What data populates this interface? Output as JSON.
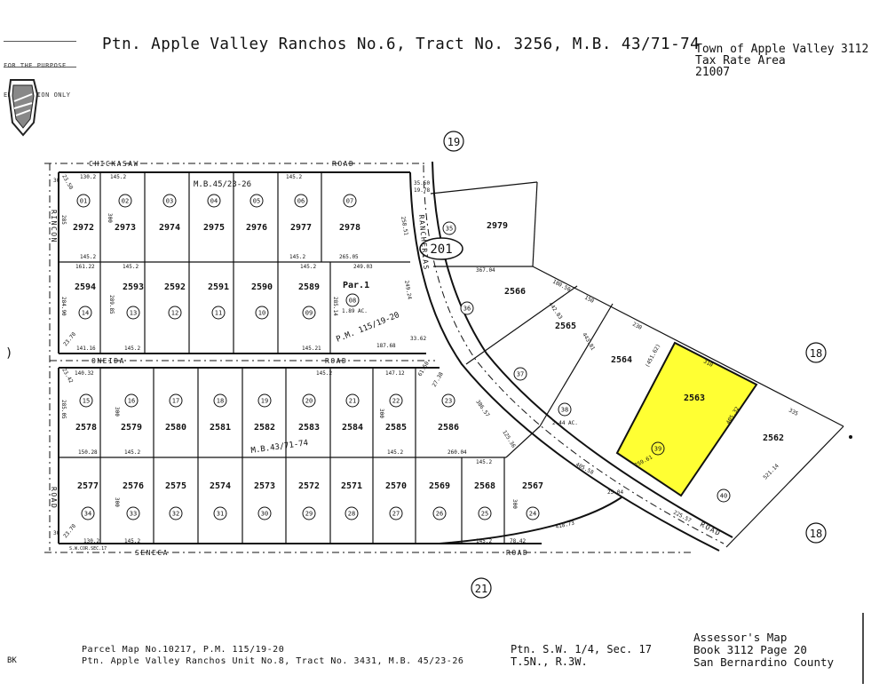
{
  "header": {
    "stamp": [
      "FOR THE PURPOSE",
      "EM TAXATION ONLY"
    ],
    "title": "Ptn. Apple Valley Ranchos No.6, Tract No. 3256, M.B. 43/71-74",
    "town": "Town of Apple Valley",
    "town_code": "3112",
    "tax_rate_area_label": "Tax Rate Area",
    "tax_rate_area": "21007"
  },
  "footer": {
    "bk": "BK",
    "line1": "Parcel Map No.10217, P.M. 115/19-20",
    "line2": "Ptn. Apple Valley Ranchos Unit No.8, Tract No. 3431, M.B. 45/23-26",
    "section_line1": "Ptn. S.W. 1/4, Sec. 17",
    "section_line2": "T.5N., R.3W.",
    "assessor_line1": "Assessor's Map",
    "assessor_line2": "Book 3112 Page 20",
    "assessor_line3": "San Bernardino County"
  },
  "roads": {
    "chickasaw": "CHICKASAW",
    "rincon": "RINCON",
    "oneida": "ONEIDA",
    "seneca": "SENECA",
    "rancherias": "RANCHERIAS",
    "road": "ROAD",
    "route": "201",
    "mb_top": "M.B.45/23-26",
    "mb_mid": "M.B.43/71-74",
    "pm": "P.M. 115/19-20",
    "corner": "S.W.COR.SEC.17"
  },
  "page_refs": [
    "19",
    "18",
    "18",
    "21"
  ],
  "row1": [
    {
      "lot": "2972",
      "circle": "01"
    },
    {
      "lot": "2973",
      "circle": "02"
    },
    {
      "lot": "2974",
      "circle": "03"
    },
    {
      "lot": "2975",
      "circle": "04"
    },
    {
      "lot": "2976",
      "circle": "05"
    },
    {
      "lot": "2977",
      "circle": "06"
    },
    {
      "lot": "2978",
      "circle": "07"
    }
  ],
  "row2": [
    {
      "lot": "2594",
      "circle": "14"
    },
    {
      "lot": "2593",
      "circle": "13"
    },
    {
      "lot": "2592",
      "circle": "12"
    },
    {
      "lot": "2591",
      "circle": "11"
    },
    {
      "lot": "2590",
      "circle": "10"
    },
    {
      "lot": "2589",
      "circle": "09"
    }
  ],
  "par1": {
    "label": "Par.1",
    "circle": "08",
    "acreage": "1.89 AC."
  },
  "row3": [
    {
      "lot": "2578",
      "circle": "15"
    },
    {
      "lot": "2579",
      "circle": "16"
    },
    {
      "lot": "2580",
      "circle": "17"
    },
    {
      "lot": "2581",
      "circle": "18"
    },
    {
      "lot": "2582",
      "circle": "19"
    },
    {
      "lot": "2583",
      "circle": "20"
    },
    {
      "lot": "2584",
      "circle": "21"
    },
    {
      "lot": "2585",
      "circle": "22"
    },
    {
      "lot": "2586",
      "circle": "23"
    }
  ],
  "row4": [
    {
      "lot": "2577",
      "circle": "34"
    },
    {
      "lot": "2576",
      "circle": "33"
    },
    {
      "lot": "2575",
      "circle": "32"
    },
    {
      "lot": "2574",
      "circle": "31"
    },
    {
      "lot": "2573",
      "circle": "30"
    },
    {
      "lot": "2572",
      "circle": "29"
    },
    {
      "lot": "2571",
      "circle": "28"
    },
    {
      "lot": "2570",
      "circle": "27"
    },
    {
      "lot": "2569",
      "circle": "26"
    },
    {
      "lot": "2568",
      "circle": "25"
    },
    {
      "lot": "2567",
      "circle": "24"
    }
  ],
  "east": [
    {
      "lot": "2979",
      "circle": "35"
    },
    {
      "lot": "2566",
      "circle": "36"
    },
    {
      "lot": "2565",
      "circle": "37"
    },
    {
      "lot": "2564",
      "circle": "38"
    },
    {
      "lot": "2563",
      "circle": "39"
    },
    {
      "lot": "2562",
      "circle": "40"
    }
  ],
  "acreage_38": "2.44 AC.",
  "highlight_color": "#ffff33",
  "dims": {
    "d130_2": "130.2",
    "d145_2": "145.2",
    "d265_05": "265.05",
    "d161_22": "161.22",
    "d249_03": "249.03",
    "d141_16": "141.16",
    "d145_21": "145.21",
    "d187_68": "187.68",
    "d140_32": "140.32",
    "d147_12": "147.12",
    "d150_28": "150.28",
    "d260_04": "260.04",
    "d78_42": "78.42",
    "d367_04": "367.04",
    "d180_50": "180.50",
    "d150": "150",
    "d230": "230",
    "d310": "310",
    "d335": "335",
    "d442_83": "442.83",
    "d443_81": "443.81",
    "d451_62": "(451.62)",
    "d405_32": "405.32",
    "d521_14": "521.14",
    "d386_57": "386.57",
    "d405_58": "405.58",
    "d259_61": "259.61",
    "d225_57": "225.57",
    "d418_73": "418.73",
    "d25_04": "25.04",
    "d125_36": "125.36",
    "d300": "300",
    "d30": "30",
    "d285": "285",
    "d284_90": "284.90",
    "d289_85": "289.85",
    "d285_14": "285.14",
    "d285_05": "285.05",
    "d23_50": "23.50",
    "d23_70": "23.70",
    "d23_42": "23.42",
    "d61_50": "61.50",
    "d27_38": "27.38",
    "d35_50": "35.50",
    "d19_78": "19.78",
    "d33_62": "33.62",
    "d258_51": "258.51",
    "d249_24": "249.24"
  }
}
